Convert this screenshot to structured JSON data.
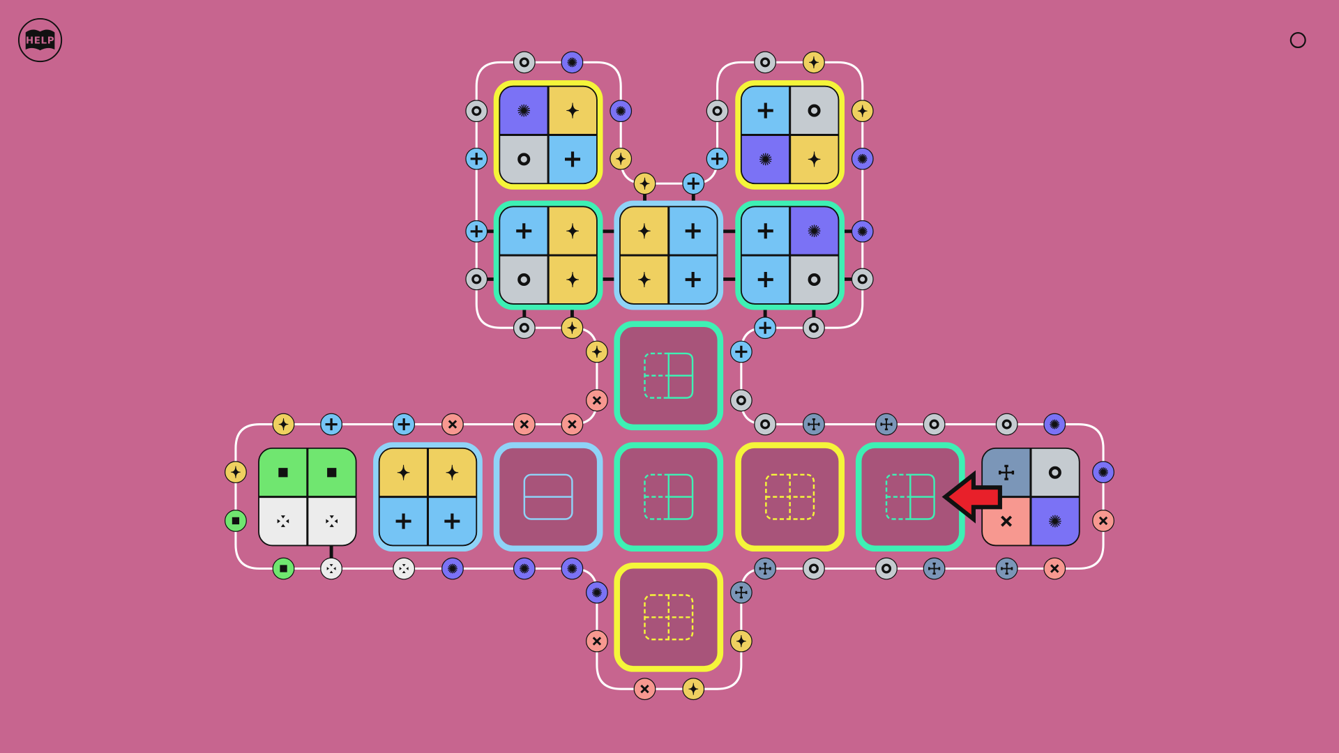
{
  "help_button": {
    "label": "HELP"
  },
  "palette": {
    "background": "#c7658f",
    "slot_fill": "#a8547a",
    "path_line": "#ffffff",
    "border_green": "#3ef0b4",
    "border_yellow": "#f5f53a",
    "border_blue": "#8fd3f7",
    "arrow_red": "#e8202a",
    "ring": "#c5cbd0",
    "burst": "#7b72f5",
    "star": "#efd060",
    "plus": "#75c4f5",
    "cross": "#f79890",
    "square": "#70e670",
    "arrows": "#ececec",
    "fourpoint": "#7b96b8"
  },
  "tiles": [
    {
      "border": "yellow",
      "cells": [
        "burst",
        "star",
        "ring",
        "plus"
      ]
    },
    {
      "border": "yellow",
      "cells": [
        "plus",
        "ring",
        "burst",
        "star"
      ]
    },
    {
      "border": "green",
      "cells": [
        "plus",
        "star",
        "ring",
        "star"
      ]
    },
    {
      "border": "blue",
      "cells": [
        "star",
        "plus",
        "star",
        "plus"
      ]
    },
    {
      "border": "green",
      "cells": [
        "plus",
        "burst",
        "plus",
        "ring"
      ]
    },
    {
      "border": "none",
      "cells": [
        "square",
        "square",
        "arrows",
        "arrows"
      ]
    },
    {
      "border": "blue",
      "cells": [
        "star",
        "star",
        "plus",
        "plus"
      ]
    },
    {
      "border": "none",
      "cells": [
        "fourpoint",
        "ring",
        "cross",
        "burst"
      ]
    }
  ],
  "slots": [
    {
      "border": "green",
      "icon": "half-dashed"
    },
    {
      "border": "blue",
      "icon": "split"
    },
    {
      "border": "green",
      "icon": "half-dashed"
    },
    {
      "border": "yellow",
      "icon": "all-dashed"
    },
    {
      "border": "green",
      "icon": "half-dashed"
    },
    {
      "border": "yellow",
      "icon": "all-dashed"
    }
  ],
  "nodes": [
    "ring",
    "burst",
    "ring",
    "burst",
    "plus",
    "star",
    "star",
    "plus",
    "plus",
    "ring",
    "ring",
    "star",
    "star",
    "burst",
    "plus",
    "ring",
    "burst",
    "ring",
    "ring",
    "star",
    "plus",
    "ring",
    "star",
    "cross",
    "plus",
    "ring",
    "star",
    "plus",
    "plus",
    "cross",
    "cross",
    "cross",
    "ring",
    "fourpoint",
    "fourpoint",
    "ring",
    "ring",
    "burst",
    "star",
    "square",
    "burst",
    "cross",
    "square",
    "arrows",
    "arrows",
    "burst",
    "burst",
    "burst",
    "fourpoint",
    "ring",
    "ring",
    "fourpoint",
    "fourpoint",
    "cross",
    "burst",
    "cross",
    "fourpoint",
    "star",
    "cross",
    "star"
  ]
}
